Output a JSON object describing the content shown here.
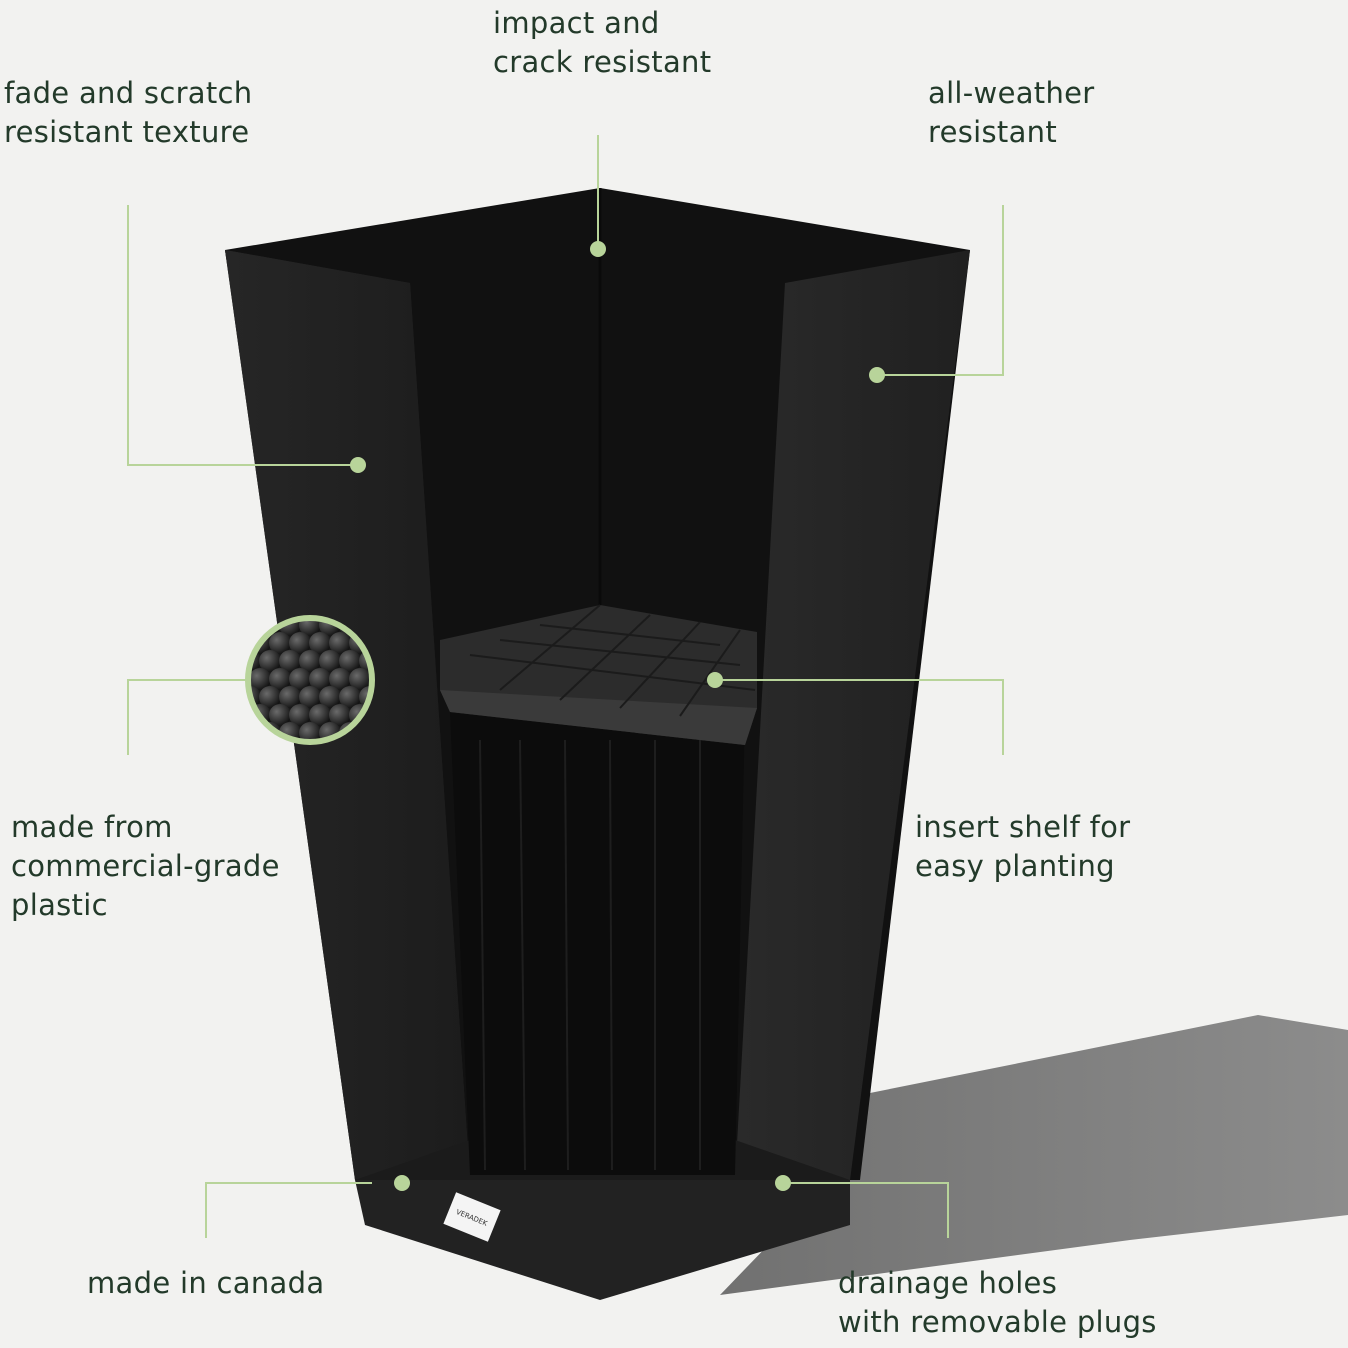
{
  "callouts": {
    "impact": {
      "lines": [
        "impact and",
        "crack resistant"
      ]
    },
    "fade": {
      "lines": [
        "fade and scratch",
        "resistant texture"
      ]
    },
    "weather": {
      "lines": [
        "all-weather",
        "resistant"
      ]
    },
    "material": {
      "lines": [
        "made from",
        "commercial-grade",
        "plastic"
      ]
    },
    "shelf": {
      "lines": [
        "insert shelf for",
        "easy planting"
      ]
    },
    "canada": {
      "lines": [
        "made in canada"
      ]
    },
    "drainage": {
      "lines": [
        "drainage holes",
        "with removable plugs"
      ]
    }
  },
  "brand": {
    "logo_text": "VERADEK"
  },
  "colors": {
    "background": "#f2f2f0",
    "text": "#233a2a",
    "accent": "#b8d49a",
    "planter": "#1f1f1f"
  }
}
